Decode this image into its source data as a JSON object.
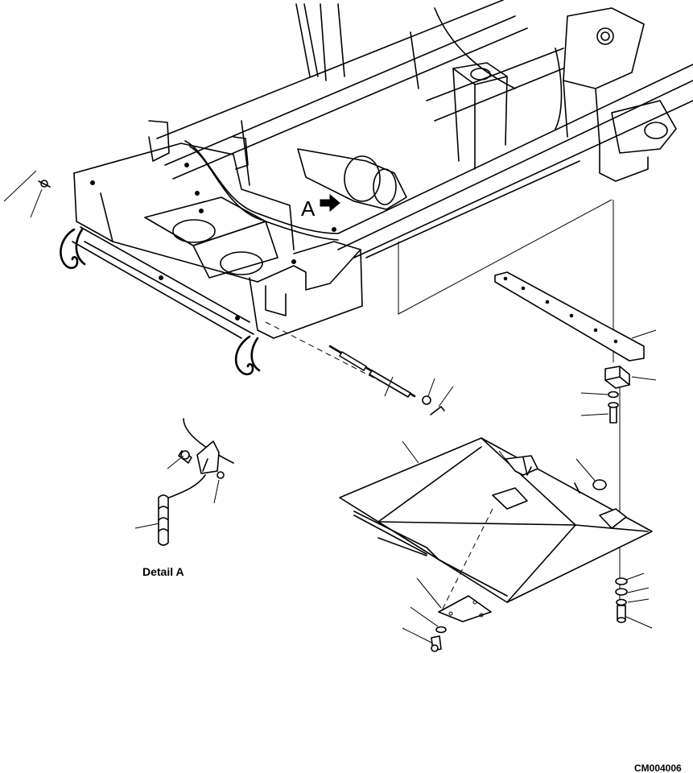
{
  "figure": {
    "view_label": "A",
    "detail_caption": "Detail A",
    "drawing_code": "CM004006"
  },
  "icons": {
    "view_arrow": "right-arrow-icon"
  }
}
